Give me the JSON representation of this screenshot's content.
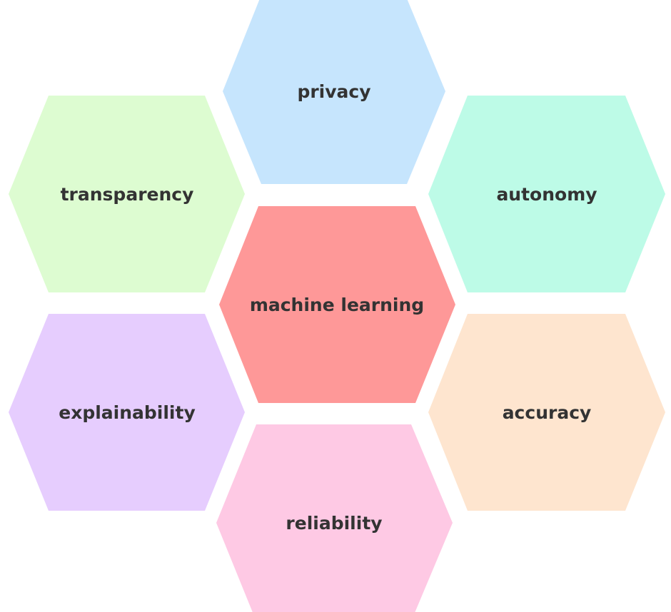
{
  "title": "machine learning",
  "center": {
    "label": "machine learning",
    "color": "#fe9898"
  },
  "nodes": [
    {
      "id": "privacy",
      "label": "privacy",
      "color": "#c6e5fd"
    },
    {
      "id": "transparency",
      "label": "transparency",
      "color": "#ddfcd1"
    },
    {
      "id": "autonomy",
      "label": "autonomy",
      "color": "#bdfbe7"
    },
    {
      "id": "explainability",
      "label": "explainability",
      "color": "#e6cdfe"
    },
    {
      "id": "accuracy",
      "label": "accuracy",
      "color": "#fee5cf"
    },
    {
      "id": "reliability",
      "label": "reliability",
      "color": "#fec9e4"
    }
  ],
  "text_color": "#333333"
}
